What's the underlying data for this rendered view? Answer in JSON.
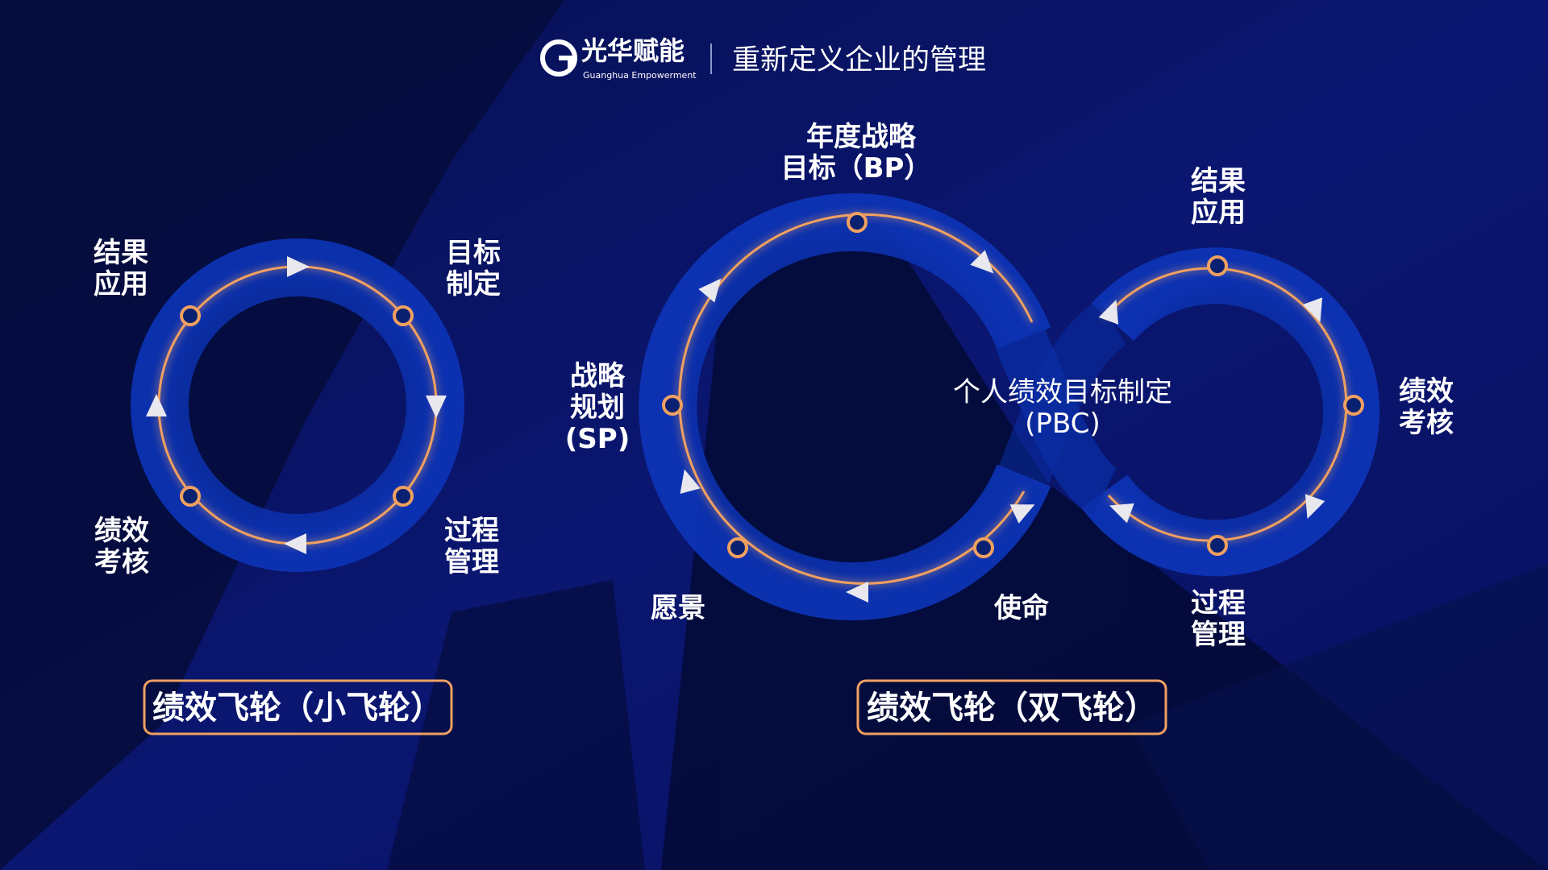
{
  "header": {
    "logo_cn": "光华赋能",
    "logo_en": "Guanghua Empowerment",
    "tagline": "重新定义企业的管理"
  },
  "small_flywheel": {
    "labels": [
      "结果",
      "应用",
      "目标",
      "制定",
      "绩效",
      "考核",
      "过程",
      "管理"
    ],
    "title": "绩效飞轮（小飞轮）"
  },
  "double_flywheel": {
    "top": [
      "年度战略",
      "目标（BP）"
    ],
    "left": [
      "战略",
      "规划",
      "(SP)"
    ],
    "vision": "愿景",
    "mission": "使命",
    "center": [
      "个人绩效目标制定",
      "(PBC)"
    ],
    "right_top": [
      "结果",
      "应用"
    ],
    "right": [
      "绩效",
      "考核"
    ],
    "right_bottom": [
      "过程",
      "管理"
    ],
    "title": "绩效飞轮（双飞轮）"
  },
  "colors": {
    "accent": "#f0a060",
    "ring": "#0a2a9a",
    "bg": "#0a1466"
  }
}
